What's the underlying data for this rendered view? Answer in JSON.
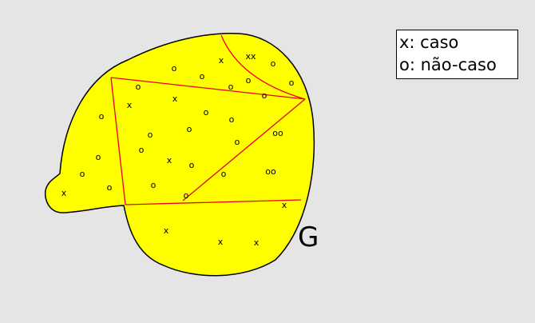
{
  "diagram": {
    "region_label": "G",
    "legend": {
      "case_entry": "x: caso",
      "noncase_entry": "o: não-caso"
    },
    "colors": {
      "background": "#e5e5e5",
      "region_fill": "#ffff00",
      "partition_lines": "#e8001c",
      "outline": "#000000"
    },
    "marks": [
      {
        "symbol": "x",
        "label": "x"
      },
      {
        "symbol": "xx",
        "label": "xx"
      },
      {
        "symbol": "o",
        "label": "o"
      },
      {
        "symbol": "o",
        "label": "o"
      },
      {
        "symbol": "o",
        "label": "o"
      },
      {
        "symbol": "o",
        "label": "o"
      },
      {
        "symbol": "o",
        "label": "o"
      },
      {
        "symbol": "o",
        "label": "o"
      },
      {
        "symbol": "o",
        "label": "o"
      },
      {
        "symbol": "x",
        "label": "x"
      },
      {
        "symbol": "x",
        "label": "x"
      },
      {
        "symbol": "o",
        "label": "o"
      },
      {
        "symbol": "o",
        "label": "o"
      },
      {
        "symbol": "o",
        "label": "o"
      },
      {
        "symbol": "o",
        "label": "o"
      },
      {
        "symbol": "o",
        "label": "o"
      },
      {
        "symbol": "oo",
        "label": "oo"
      },
      {
        "symbol": "o",
        "label": "o"
      },
      {
        "symbol": "o",
        "label": "o"
      },
      {
        "symbol": "x",
        "label": "x"
      },
      {
        "symbol": "o",
        "label": "o"
      },
      {
        "symbol": "o",
        "label": "o"
      },
      {
        "symbol": "oo",
        "label": "oo"
      },
      {
        "symbol": "o",
        "label": "o"
      },
      {
        "symbol": "o",
        "label": "o"
      },
      {
        "symbol": "o",
        "label": "o"
      },
      {
        "symbol": "o",
        "label": "o"
      },
      {
        "symbol": "x",
        "label": "x"
      },
      {
        "symbol": "o",
        "label": "o"
      },
      {
        "symbol": "o",
        "label": "o"
      },
      {
        "symbol": "x",
        "label": "x"
      },
      {
        "symbol": "x",
        "label": "x"
      },
      {
        "symbol": "x",
        "label": "x"
      },
      {
        "symbol": "x",
        "label": "x"
      }
    ]
  }
}
